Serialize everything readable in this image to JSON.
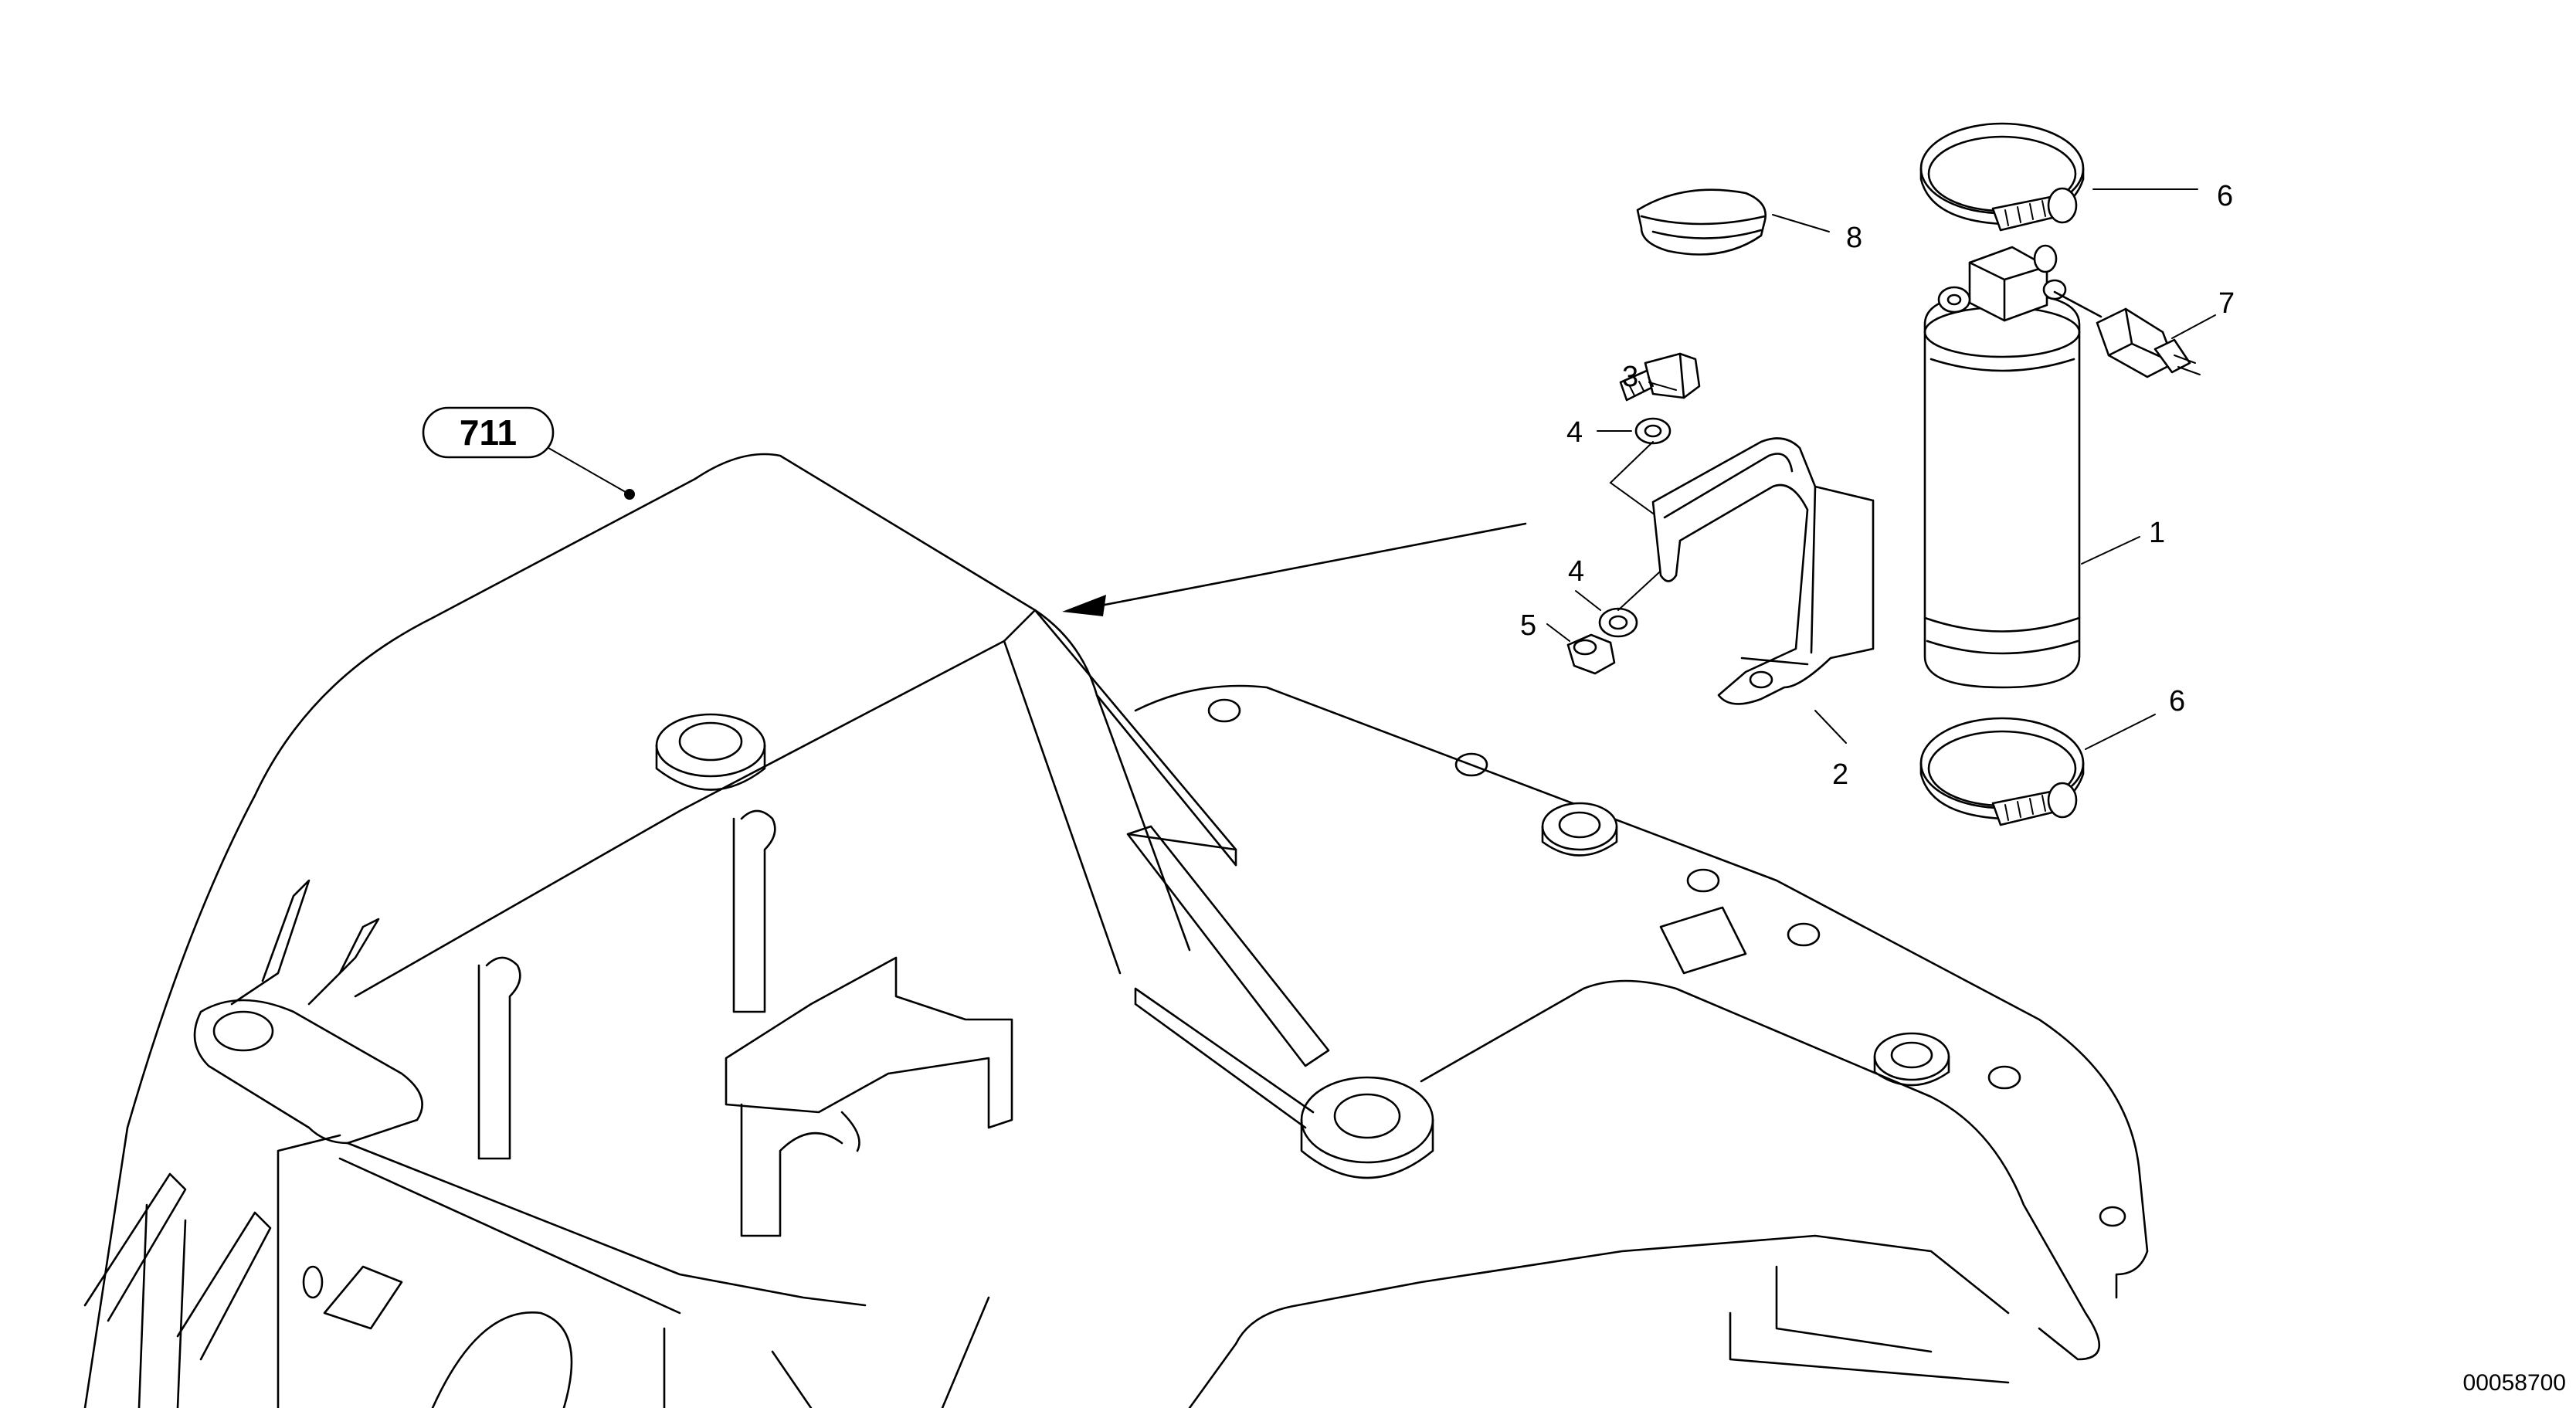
{
  "reference_label": "711",
  "document_number": "00058700",
  "callouts": [
    {
      "id": "1",
      "text": "1"
    },
    {
      "id": "2",
      "text": "2"
    },
    {
      "id": "3",
      "text": "3"
    },
    {
      "id": "4a",
      "text": "4"
    },
    {
      "id": "4b",
      "text": "4"
    },
    {
      "id": "5",
      "text": "5"
    },
    {
      "id": "6a",
      "text": "6"
    },
    {
      "id": "6b",
      "text": "6"
    },
    {
      "id": "7",
      "text": "7"
    },
    {
      "id": "8",
      "text": "8"
    }
  ]
}
